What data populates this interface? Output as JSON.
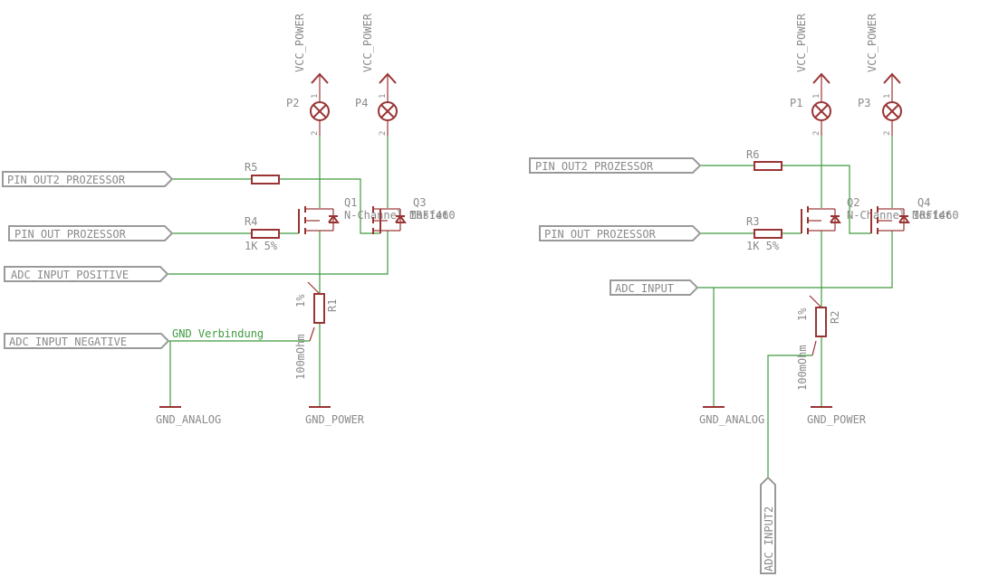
{
  "left": {
    "label_pin_out2": "PIN_OUT2_PROZESSOR",
    "label_pin_out": "PIN_OUT_PROZESSOR",
    "label_adc_pos": "ADC_INPUT_POSITIVE",
    "label_adc_neg": "ADC_INPUT_NEGATIVE",
    "supply_p2": "VCC_POWER",
    "supply_p4": "VCC_POWER",
    "p2": "P2",
    "p4": "P4",
    "r5": "R5",
    "r4": "R4",
    "r4_value": "1K 5%",
    "q1": "Q1",
    "q1_value": "N-Channel Mosfet",
    "q3": "Q3",
    "q3_value": "IRF1460",
    "r1": "R1",
    "r1_tol": "1%",
    "r1_value": "100mOhm",
    "net_gnd": "GND Verbindung",
    "gnd_analog": "GND_ANALOG",
    "gnd_power": "GND_POWER"
  },
  "right": {
    "label_pin_out2": "PIN_OUT2_PROZESSOR",
    "label_pin_out": "PIN_OUT_PROZESSOR",
    "label_adc": "ADC_INPUT",
    "label_adc2": "ADC_INPUT2",
    "supply_p1": "VCC_POWER",
    "supply_p3": "VCC_POWER",
    "p1": "P1",
    "p3": "P3",
    "r6": "R6",
    "r3": "R3",
    "r3_value": "1K 5%",
    "q2": "Q2",
    "q2_value": "N-Channel Mosfet",
    "q4": "Q4",
    "q4_value": "IRF1460",
    "r2": "R2",
    "r2_tol": "1%",
    "r2_value": "100mOhm",
    "gnd_analog": "GND_ANALOG",
    "gnd_power": "GND_POWER"
  },
  "pins": {
    "one": "1",
    "two": "2"
  },
  "colors": {
    "wire": "#3f9b3f",
    "part": "#9a3434",
    "label_frame": "#9a9a9a",
    "text": "#7a7a7a"
  }
}
